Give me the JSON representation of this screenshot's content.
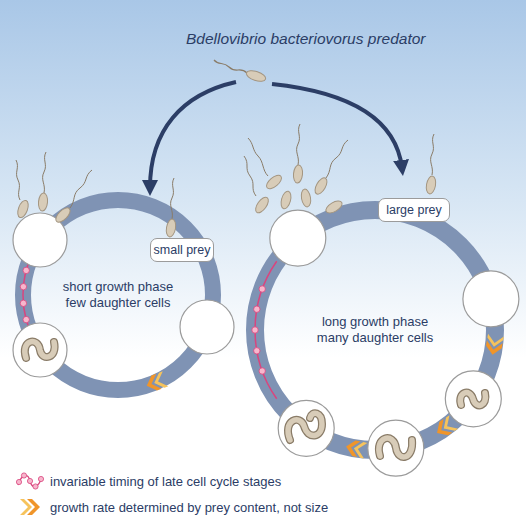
{
  "diagram": {
    "title": "Bdellovibrio bacteriovorus predator",
    "nodes": [
      {
        "text": [
          "short growth phase few daughter cells"
        ]
      },
      {
        "text": [
          "small prey"
        ]
      },
      {
        "text": [
          "long growth phase many daughter cells"
        ]
      },
      {
        "text": [
          "large prey"
        ]
      }
    ],
    "legend": [
      {
        "text": "invariable timing of late cell cycle stages"
      },
      {
        "text": "growth rate determined by prey content, not size"
      }
    ]
  }
}
